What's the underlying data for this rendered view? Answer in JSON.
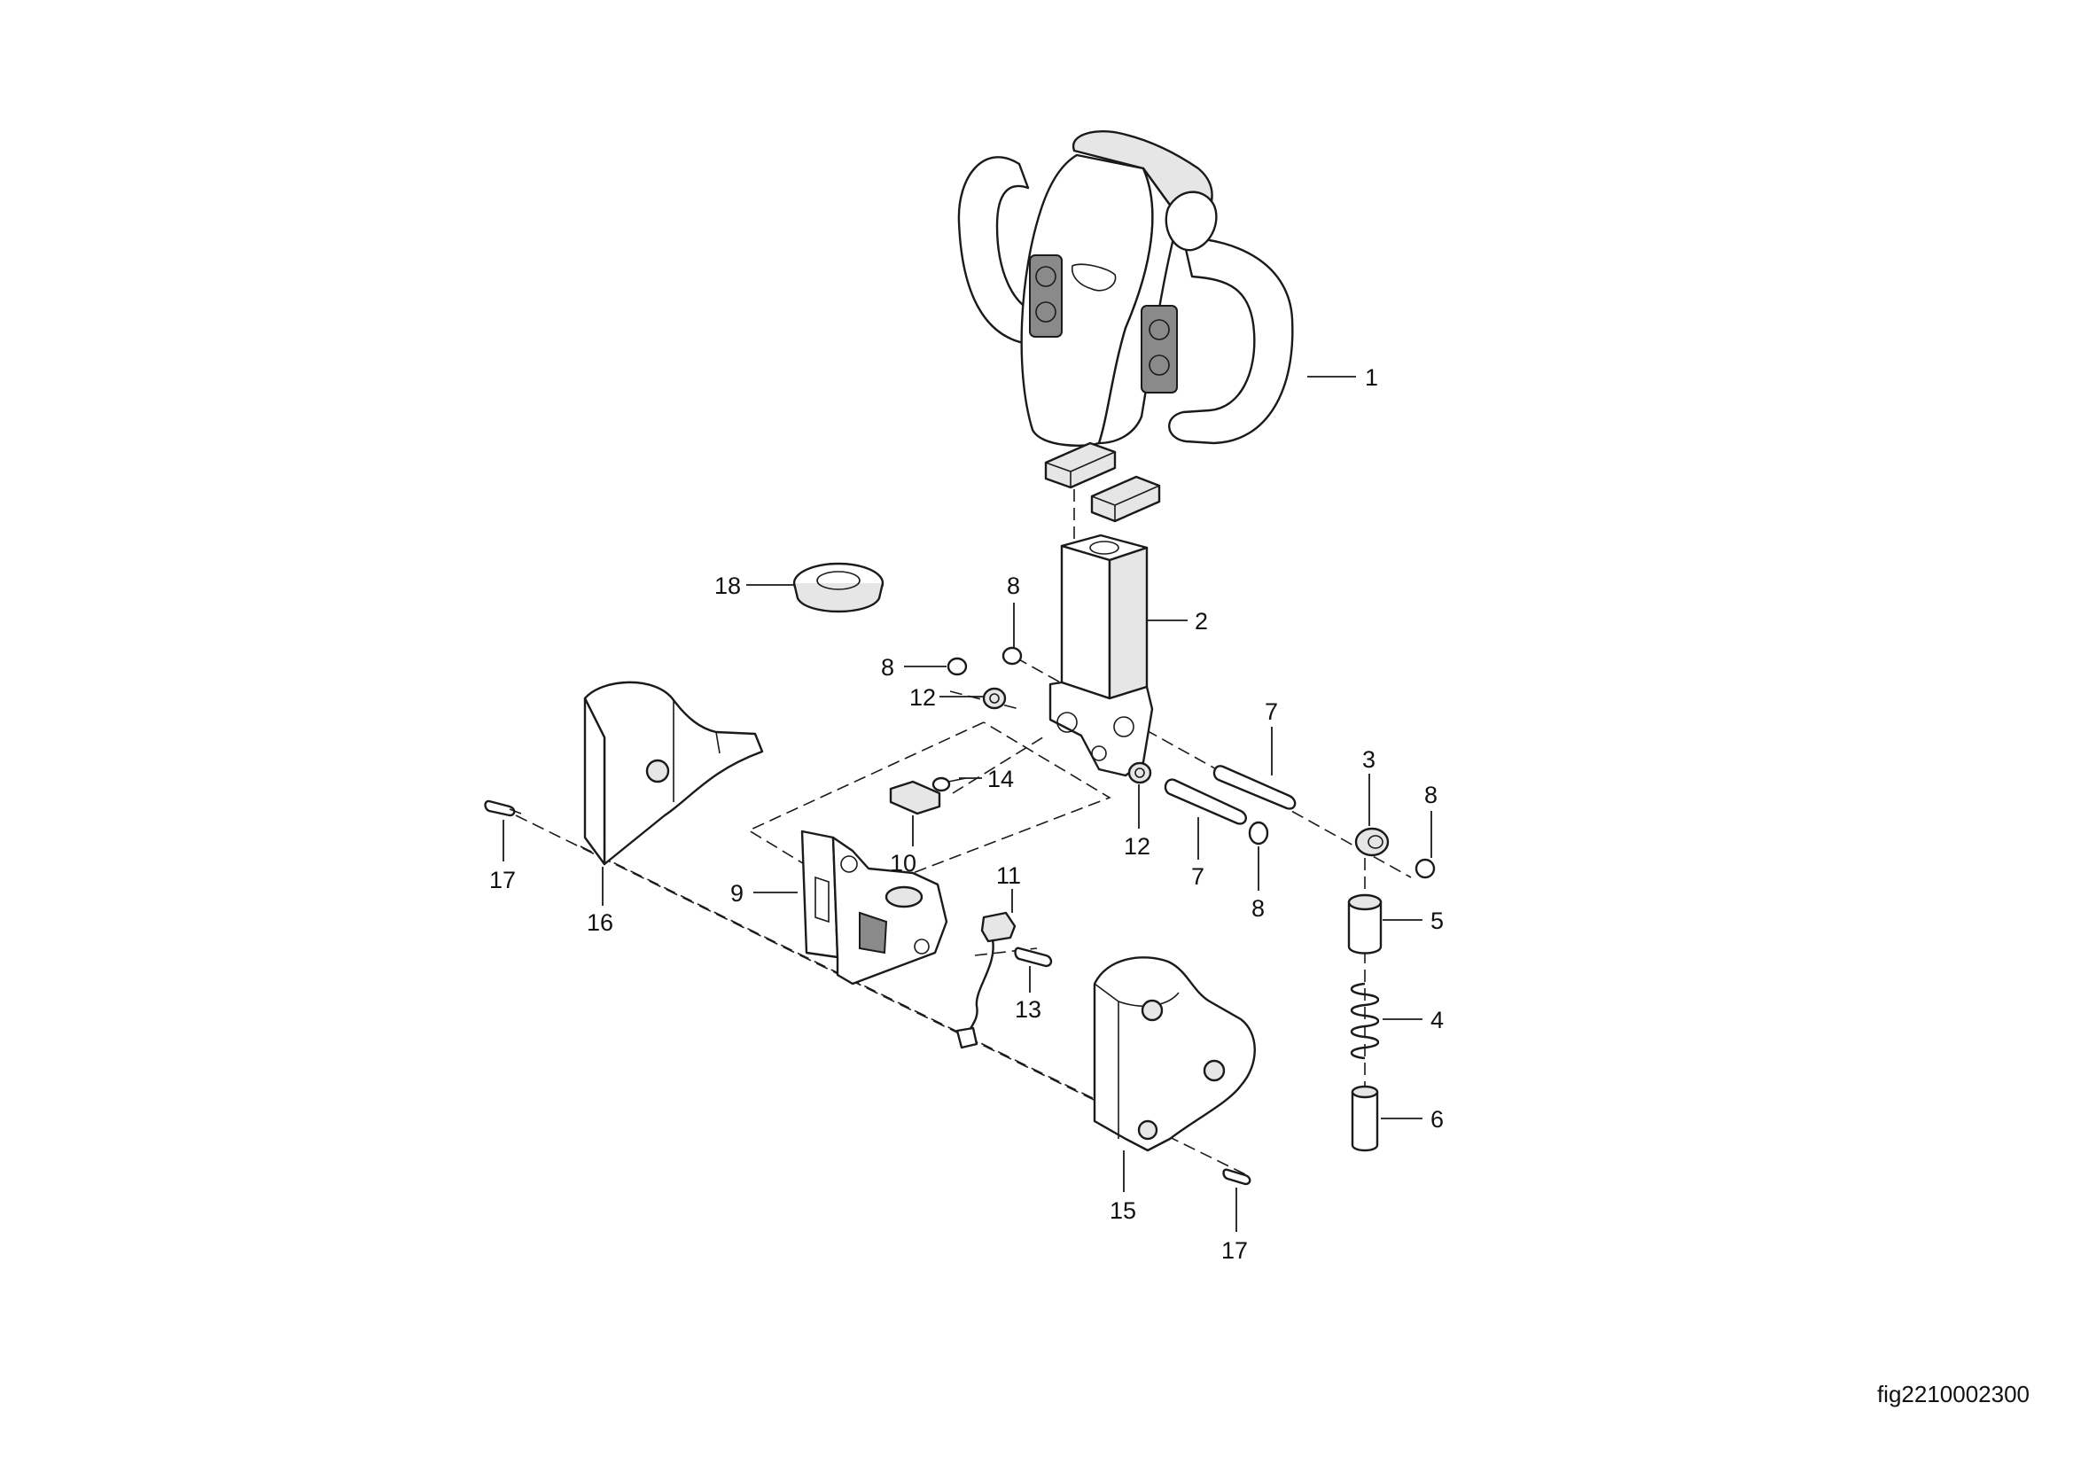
{
  "callouts": {
    "c1": "1",
    "c2": "2",
    "c3": "3",
    "c4": "4",
    "c5": "5",
    "c6": "6",
    "c7a": "7",
    "c7b": "7",
    "c8a": "8",
    "c8b": "8",
    "c8c": "8",
    "c8d": "8",
    "c9": "9",
    "c10": "10",
    "c11": "11",
    "c12a": "12",
    "c12b": "12",
    "c13": "13",
    "c14": "14",
    "c15": "15",
    "c16": "16",
    "c17a": "17",
    "c17b": "17",
    "c18": "18"
  },
  "figure_id": "fig2210002300"
}
